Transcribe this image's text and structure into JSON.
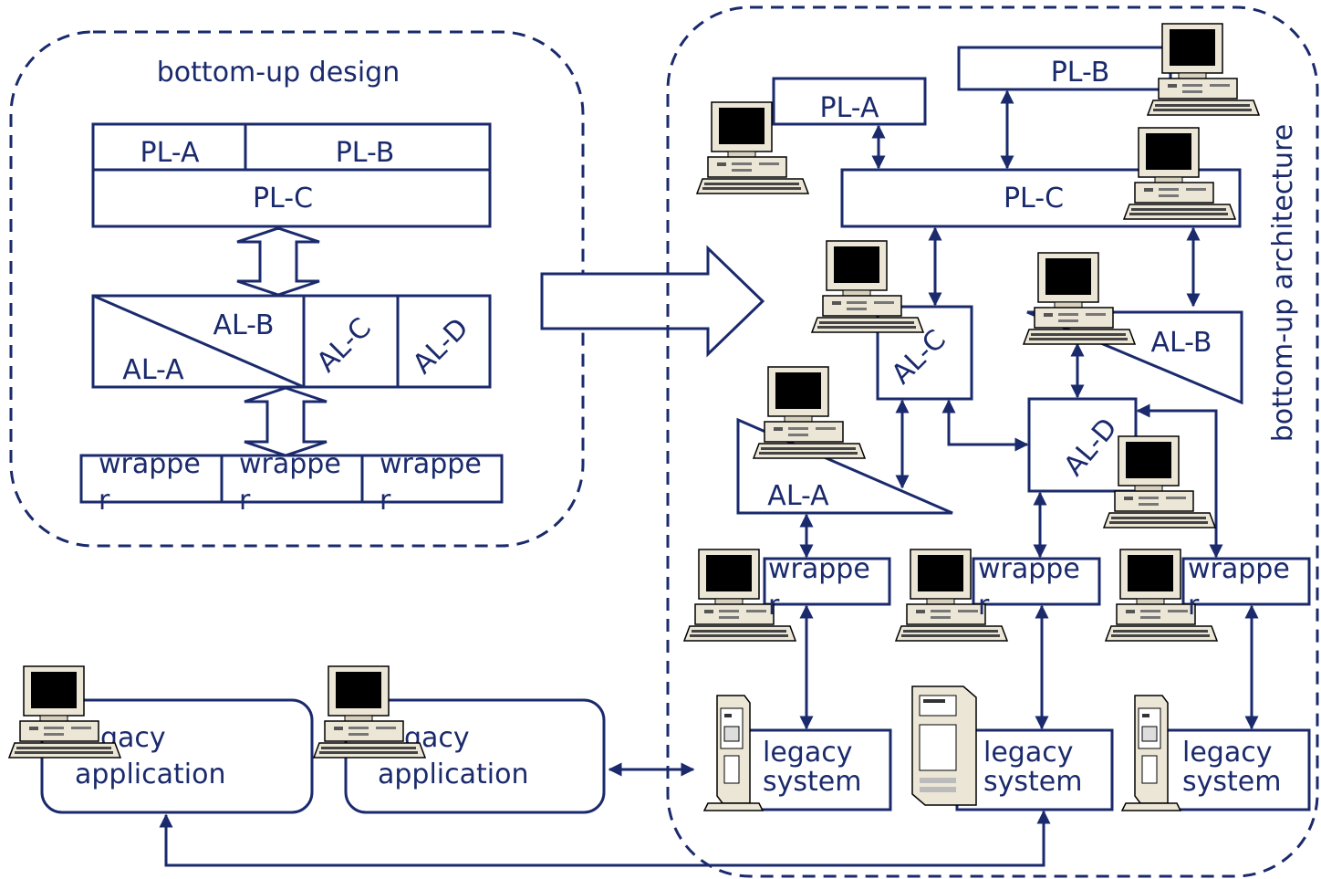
{
  "left_region": {
    "title": "bottom-up design",
    "pl_a": "PL-A",
    "pl_b": "PL-B",
    "pl_c": "PL-C",
    "al_a": "AL-A",
    "al_b": "AL-B",
    "al_c": "AL-C",
    "al_d": "AL-D",
    "wrapper_top": "wrappe",
    "wrapper_bottom": "r"
  },
  "right_region": {
    "title": "bottom-up architecture",
    "pl_a": "PL-A",
    "pl_b": "PL-B",
    "pl_c": "PL-C",
    "al_a": "AL-A",
    "al_b": "AL-B",
    "al_c": "AL-C",
    "al_d": "AL-D",
    "wrapper_top": "wrappe",
    "wrapper_bottom": "r",
    "legacy_system_line1": "legacy",
    "legacy_system_line2": "system"
  },
  "legacy_apps": {
    "line1": "gacy",
    "line2": "application"
  },
  "colors": {
    "ink": "#1a2a6c",
    "computer_beige": "#ece6d6",
    "screen": "#000000"
  },
  "icons": [
    "desktop-computer-icon",
    "tower-server-icon"
  ]
}
